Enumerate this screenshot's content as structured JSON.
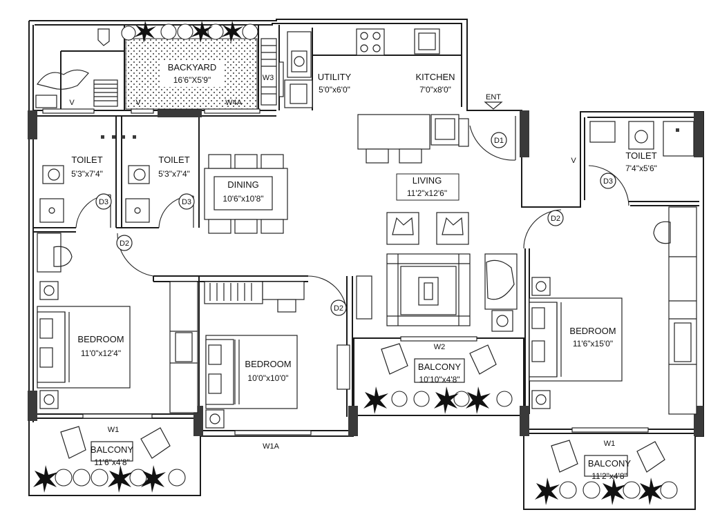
{
  "rooms": {
    "backyard": {
      "name": "BACKYARD",
      "dims": "16'6\"X5'9\""
    },
    "utility": {
      "name": "UTILITY",
      "dims": "5'0\"x6'0\""
    },
    "kitchen": {
      "name": "KITCHEN",
      "dims": "7'0\"x8'0\""
    },
    "dining": {
      "name": "DINING",
      "dims": "10'6\"x10'8\""
    },
    "living": {
      "name": "LIVING",
      "dims": "11'2\"x12'6\""
    },
    "toilet1": {
      "name": "TOILET",
      "dims": "5'3\"x7'4\""
    },
    "toilet2": {
      "name": "TOILET",
      "dims": "5'3\"x7'4\""
    },
    "toilet3": {
      "name": "TOILET",
      "dims": "7'4\"x5'6\""
    },
    "bedroom1": {
      "name": "BEDROOM",
      "dims": "11'0\"x12'4\""
    },
    "bedroom2": {
      "name": "BEDROOM",
      "dims": "10'0\"x10'0\""
    },
    "bedroom3": {
      "name": "BEDROOM",
      "dims": "11'6\"x15'0\""
    },
    "balcony1": {
      "name": "BALCONY",
      "dims": "11'6\"x4'8\""
    },
    "balcony2": {
      "name": "BALCONY",
      "dims": "10'10\"x4'8\""
    },
    "balcony3": {
      "name": "BALCONY",
      "dims": "11'2\"x4'8\""
    }
  },
  "tags": {
    "ent": "ENT",
    "d1": "D1",
    "d2": "D2",
    "d3": "D3",
    "w1": "W1",
    "w1a": "W1A",
    "w2": "W2",
    "w3": "W3",
    "w4a": "W4A",
    "v": "V"
  }
}
